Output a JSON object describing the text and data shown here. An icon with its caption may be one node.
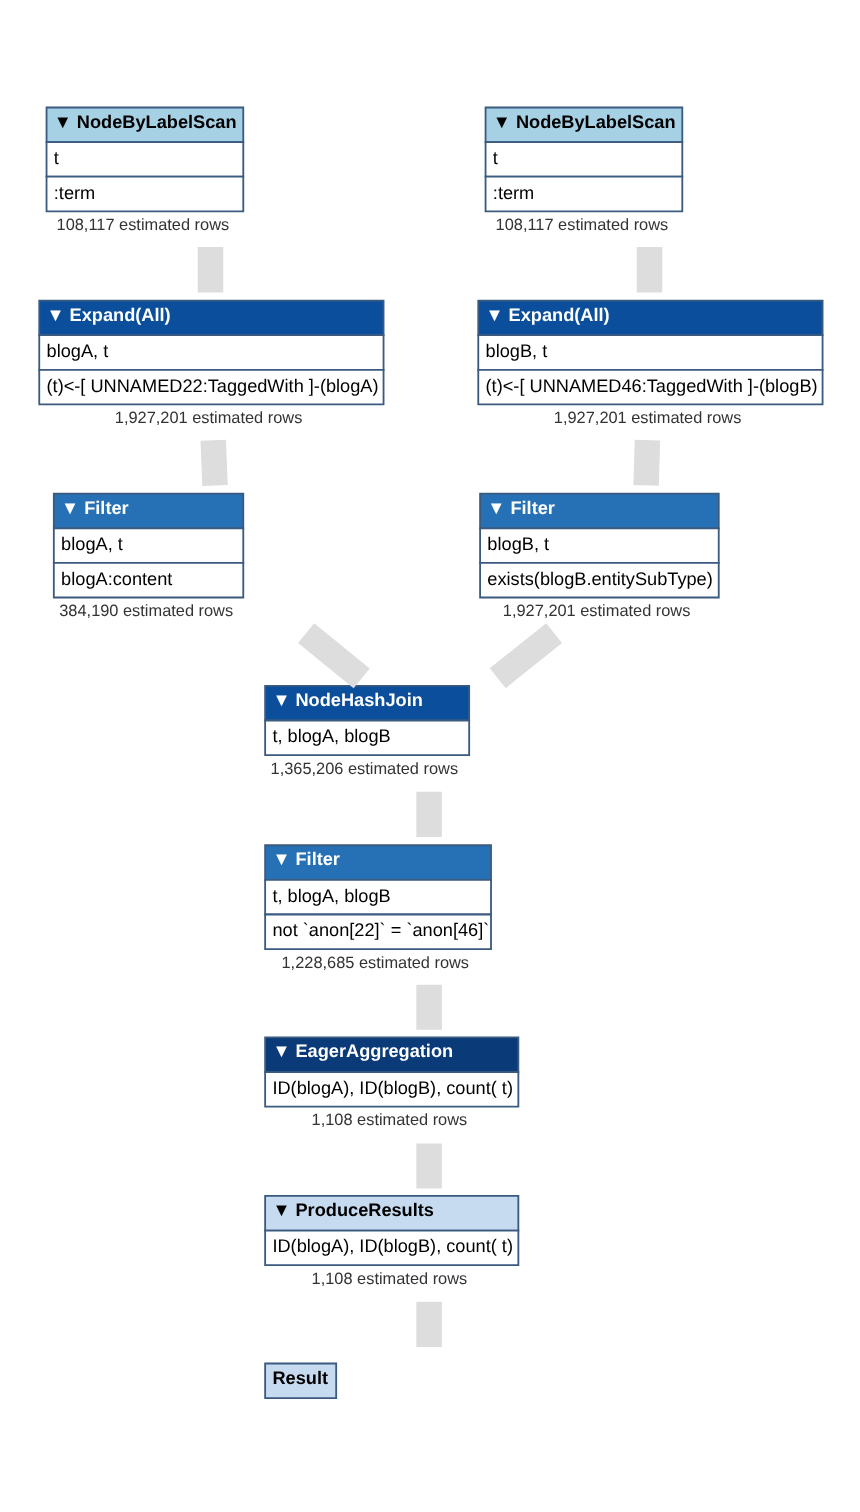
{
  "diagram": {
    "nodes": [
      {
        "text": [
          "▼ NodeByLabelScan",
          "t",
          ":term"
        ],
        "beside": [
          "108,117 estimated rows"
        ]
      },
      {
        "text": [
          "▼ NodeByLabelScan",
          "t",
          ":term"
        ],
        "beside": [
          "108,117 estimated rows"
        ]
      },
      {
        "text": [
          "▼ Expand(All)",
          "blogA, t",
          "(t)<-[ UNNAMED22:TaggedWith ]-(blogA)"
        ],
        "beside": [
          "1,927,201 estimated rows"
        ]
      },
      {
        "text": [
          "▼ Expand(All)",
          "blogB, t",
          "(t)<-[ UNNAMED46:TaggedWith ]-(blogB)"
        ],
        "beside": [
          "1,927,201 estimated rows"
        ]
      },
      {
        "text": [
          "▼ Filter",
          "blogA, t",
          "blogA:content"
        ],
        "beside": [
          "384,190 estimated rows"
        ]
      },
      {
        "text": [
          "▼ Filter",
          "blogB, t",
          "exists(blogB.entitySubType)"
        ],
        "beside": [
          "1,927,201 estimated rows"
        ]
      },
      {
        "text": [
          "▼ NodeHashJoin",
          "t, blogA, blogB"
        ],
        "beside": [
          "1,365,206 estimated rows"
        ]
      },
      {
        "text": [
          "▼ Filter",
          "t, blogA, blogB",
          "not `anon[22]` = `anon[46]`"
        ],
        "beside": [
          "1,228,685 estimated rows"
        ]
      },
      {
        "text": [
          "▼ EagerAggregation",
          "ID(blogA), ID(blogB), count( t)"
        ],
        "beside": [
          "1,108 estimated rows"
        ]
      },
      {
        "text": [
          "▼ ProduceResults",
          "ID(blogA), ID(blogB), count( t)"
        ],
        "beside": [
          "1,108 estimated rows"
        ]
      },
      {
        "text": [
          "Result"
        ]
      }
    ],
    "edges": [
      {
        "from": 0,
        "to": 2,
        "arrow": "none"
      },
      {
        "from": 1,
        "to": 3,
        "arrow": "none"
      },
      {
        "from": 2,
        "to": 4,
        "arrow": "none"
      },
      {
        "from": 3,
        "to": 5,
        "arrow": "none"
      },
      {
        "from": 4,
        "to": 6,
        "arrow": "none"
      },
      {
        "from": 5,
        "to": 6,
        "arrow": "none"
      },
      {
        "from": 6,
        "to": 7,
        "arrow": "none"
      },
      {
        "from": 7,
        "to": 8,
        "arrow": "none"
      },
      {
        "from": 8,
        "to": 9,
        "arrow": "none"
      },
      {
        "from": 9,
        "to": 10,
        "arrow": "none"
      }
    ]
  }
}
